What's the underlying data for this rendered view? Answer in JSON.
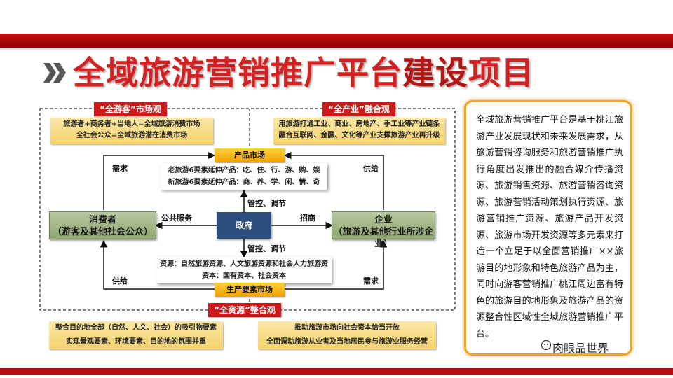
{
  "title": {
    "part1": "全域旅游营销推广平台",
    "part2": "建设",
    "part3": "项目"
  },
  "tags": {
    "tourist_market": "“全游客”市场观",
    "industry": "“全产业”融合观",
    "resource": "“全资源”整合观"
  },
  "tourist_market": {
    "line1": "旅游者+商务者+当地人=全域旅游消费市场",
    "line2": "全社会公众=全域旅游潜在消费市场"
  },
  "industry": {
    "line1": "用旅游打通工业、商业、房地产、手工业等产业链条",
    "line2": "融合互联网、金融、文化等产业支撑旅游产业再升级"
  },
  "product_market": {
    "title": "产品市场",
    "line1": "老旅游6要素延伸产品：吃、住、行、游、购、娱",
    "line2": "新旅游6要素延伸产品：商、养、学、闲、情、奇"
  },
  "consumer": {
    "line1": "消费者",
    "line2": "（游客及其他社会公众）"
  },
  "enterprise": {
    "line1": "企业",
    "line2": "（旅游及其他行业所涉企业）"
  },
  "government": "政府",
  "labels": {
    "demand_top": "需求",
    "supply_top": "供给",
    "regulate_top": "管控、调节",
    "public_service": "公共服务",
    "investment": "招商",
    "regulate_bottom": "管控、调节",
    "supply_bottom": "供给",
    "demand_bottom": "需求"
  },
  "factor_market": {
    "title": "生产要素市场",
    "line1": "资源：自然旅游资源、人文旅游资源和社会人力旅游资",
    "line2": "资本：国有资本、社会资本"
  },
  "resource_left": {
    "line1": "整合目的地全部（自然、人文、社会）的吸引物要素",
    "line2": "实现景观要素、环境要素、目的地的氛围并重"
  },
  "resource_right": {
    "line1": "推动旅游市场向社会资本恰当开放",
    "line2": "全面调动旅游从业者及当地居民参与旅游业服务经营"
  },
  "description": "全域旅游营销推广平台是基于桃江旅游产业发展现状和未来发展需求，从旅游营销咨询服务和旅游营销推广执行角度出发推出的融合媒介传播资源、旅游销售资源、旅游营销咨询资源、旅游营销活动策划执行资源、旅游营销推广资源、旅游产品开发资源、旅游市场开发资源等多元素来打造一个立足于以全面营销推广××旅游目的地形象和特色旅游产品为主，同时向游客营销推广桃江周边富有特色的旅游目的地形象及旅游产品的资源整合性区域性全域旅游营销推广平台。",
  "watermark": "肉眼品世界",
  "colors": {
    "brand_red": "#cc1a1a",
    "gov_blue": "#2d4f7e",
    "orange": "#f2a21b",
    "green": "#8fa670"
  }
}
